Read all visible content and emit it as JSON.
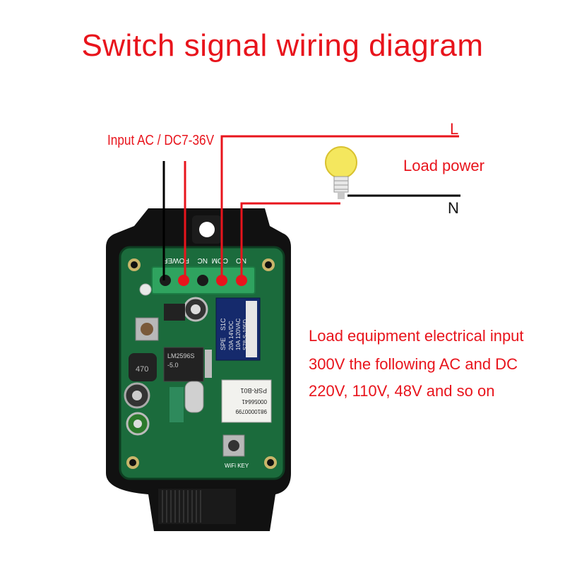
{
  "title": "Switch signal wiring diagram",
  "labels": {
    "input": "Input AC / DC7-36V",
    "load_power": "Load power",
    "line_l": "L",
    "line_n": "N"
  },
  "description": [
    "Load equipment electrical input",
    "300V the following AC and DC",
    "220V, 110V, 48V and so on"
  ],
  "terminals": {
    "power": "POWER",
    "no": "NO",
    "com": "COM",
    "nc": "NC"
  },
  "relay": {
    "brand": "SPE",
    "model": "S1C",
    "line1": "20A   14VDC",
    "line2": "10A  120VAC",
    "line3": "S78-S-105D"
  },
  "chip_regulator": [
    "LM2596S",
    "-5.0"
  ],
  "inductor_code": "470",
  "module": {
    "line1": "9810000799",
    "line2": "00056641",
    "line3": "PSR-B01"
  },
  "button_label": "WiFi KEY",
  "colors": {
    "accent": "#e8141c",
    "board": "#1b6b3c",
    "terminal": "#2fa35f",
    "wire_red": "#e8141c",
    "wire_black": "#000000"
  }
}
